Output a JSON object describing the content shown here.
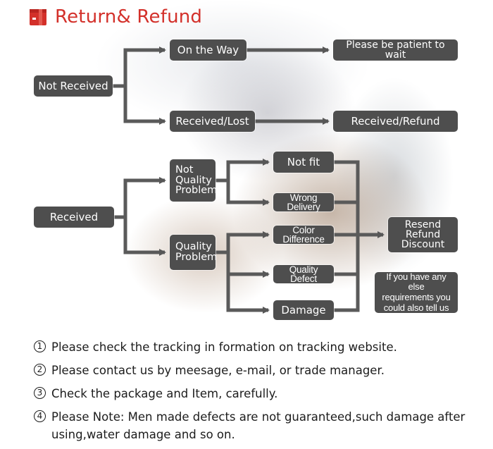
{
  "header": {
    "title": "Return& Refund",
    "icon": "box-icon",
    "accent_color": "#d3302a"
  },
  "flow": {
    "not_received": "Not Received",
    "on_the_way": "On the Way",
    "be_patient": "Please be patient to wait",
    "received_lost": "Received/Lost",
    "received_refund": "Received/Refund",
    "received": "Received",
    "not_quality_problem": "Not\nQuality\nProblem",
    "quality_problem": "Quality\nProblem",
    "not_fit": "Not fit",
    "wrong_delivery": "Wrong Delivery",
    "color_difference": "Color Difference",
    "quality_defect": "Quality Defect",
    "damage": "Damage",
    "resend_refund_discount": "Resend\nRefund\nDiscount",
    "other_requirements": "If you have any else\nrequirements you\ncould also tell us"
  },
  "notes": [
    {
      "num": "1",
      "text": "Please check the tracking in formation on tracking website."
    },
    {
      "num": "2",
      "text": "Please contact us by meesage, e-mail, or trade manager."
    },
    {
      "num": "3",
      "text": "Check the package and Item, carefully."
    },
    {
      "num": "4",
      "text": "Please Note: Men made defects  are not guaranteed,such damage after using,water damage and so on."
    }
  ]
}
